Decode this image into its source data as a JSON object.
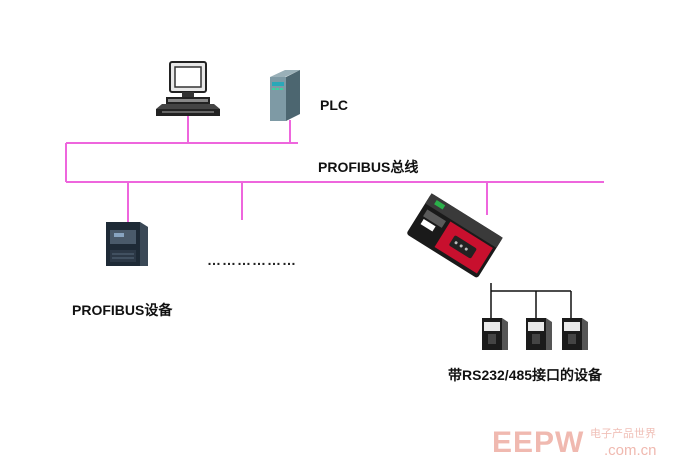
{
  "labels": {
    "plc": "PLC",
    "bus": "PROFIBUS总线",
    "profibus_device": "PROFIBUS设备",
    "rs_device": "带RS232/485接口的设备",
    "ellipsis": "………………"
  },
  "watermark": {
    "brand": "EEPW",
    "chinese": "电子产品世界",
    "domain": ".com.cn"
  },
  "colors": {
    "bus_line": "#ee66dd",
    "device_line": "#111111",
    "gateway_red": "#c8102e",
    "watermark": "#f0b9b0"
  },
  "icons": [
    "computer-icon",
    "plc-icon",
    "profibus-device-icon",
    "gateway-icon",
    "rs-device-icon"
  ]
}
